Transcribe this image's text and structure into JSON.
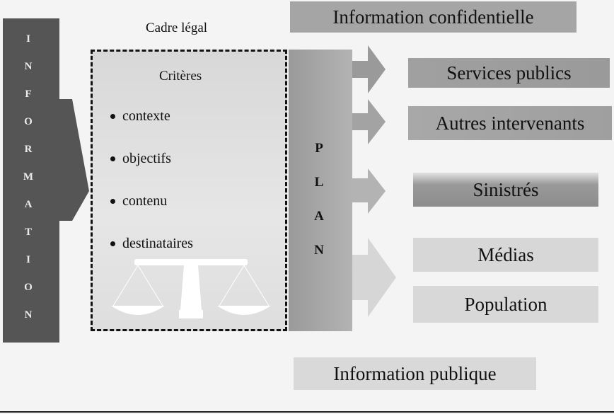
{
  "left_arrow": {
    "letters": [
      "I",
      "N",
      "F",
      "O",
      "R",
      "M",
      "A",
      "T",
      "I",
      "O",
      "N"
    ]
  },
  "legal": {
    "label": "Cadre légal",
    "criteria_title": "Critères",
    "criteria": [
      "contexte",
      "objectifs",
      "contenu",
      "destinataires"
    ]
  },
  "plan": {
    "letters": [
      "P",
      "L",
      "A",
      "N"
    ]
  },
  "targets": {
    "confidential": "Information confidentielle",
    "services": "Services publics",
    "others": "Autres intervenants",
    "victims": "Sinistrés",
    "media": "Médias",
    "population": "Population",
    "public": "Information publique"
  }
}
